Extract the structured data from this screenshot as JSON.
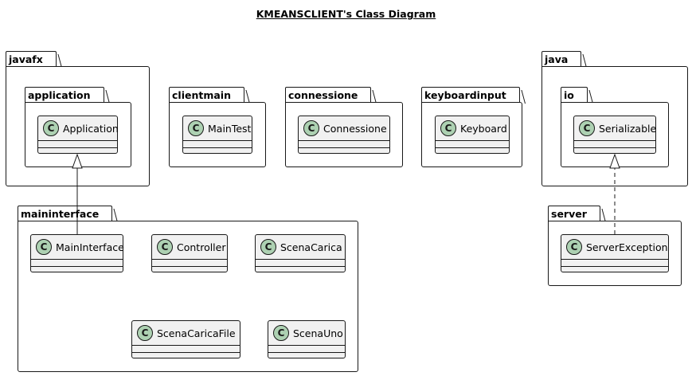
{
  "diagram": {
    "title": "KMEANSCLIENT's Class Diagram",
    "class_icon_letter": "C",
    "colors": {
      "class_fill": "#f1f1f1",
      "class_icon_fill": "#add1b2",
      "stroke": "#181818",
      "background": "#ffffff"
    },
    "packages": {
      "javafx": "javafx",
      "application": "application",
      "clientmain": "clientmain",
      "connessione": "connessione",
      "keyboardinput": "keyboardinput",
      "java": "java",
      "io": "io",
      "maininterface": "maininterface",
      "server": "server"
    },
    "classes": {
      "Application": "Application",
      "MainTest": "MainTest",
      "Connessione": "Connessione",
      "Keyboard": "Keyboard",
      "Serializable": "Serializable",
      "MainInterface": "MainInterface",
      "Controller": "Controller",
      "ScenaCarica": "ScenaCarica",
      "ScenaCaricaFile": "ScenaCaricaFile",
      "ScenaUno": "ScenaUno",
      "ServerException": "ServerException"
    },
    "relations": [
      {
        "from": "MainInterface",
        "to": "Application",
        "type": "extends",
        "style": "solid"
      },
      {
        "from": "ServerException",
        "to": "Serializable",
        "type": "implements",
        "style": "dashed"
      }
    ]
  }
}
